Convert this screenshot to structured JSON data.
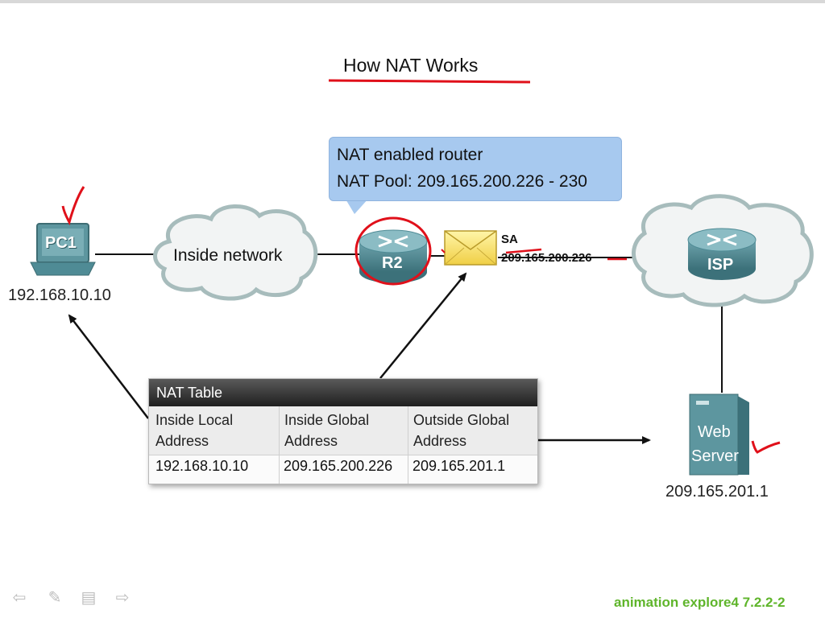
{
  "title": "How NAT Works",
  "callout": {
    "line1": "NAT enabled router",
    "line2": "NAT Pool: 209.165.200.226 - 230"
  },
  "devices": {
    "pc": {
      "label": "PC1",
      "ip": "192.168.10.10"
    },
    "router": {
      "label": "R2"
    },
    "isp": {
      "label": "ISP"
    },
    "server": {
      "label_line1": "Web",
      "label_line2": "Server",
      "ip": "209.165.201.1"
    }
  },
  "inside_network": "Inside network",
  "packet": {
    "field": "SA",
    "value": "209.165.200.226"
  },
  "nat_table": {
    "title": "NAT Table",
    "headers": [
      {
        "line1": "Inside Local",
        "line2": "Address"
      },
      {
        "line1": "Inside Global",
        "line2": "Address"
      },
      {
        "line1": "Outside Global",
        "line2": "Address"
      }
    ],
    "row": [
      "192.168.10.10",
      "209.165.200.226",
      "209.165.201.1"
    ]
  },
  "footer": {
    "link": "animation explore4 7.2.2-2"
  },
  "icons": [
    "back-arrow-icon",
    "pen-icon",
    "menu-icon",
    "forward-arrow-icon",
    "pencil-cursor-icon"
  ],
  "colors": {
    "annotation": "#e0101a",
    "callout_bg": "#a7c9ef",
    "cloud_fill": "#f2f4f4",
    "cloud_stroke": "#a7bcbc",
    "device": "#4f8b95",
    "footer_link": "#5fb52b"
  }
}
